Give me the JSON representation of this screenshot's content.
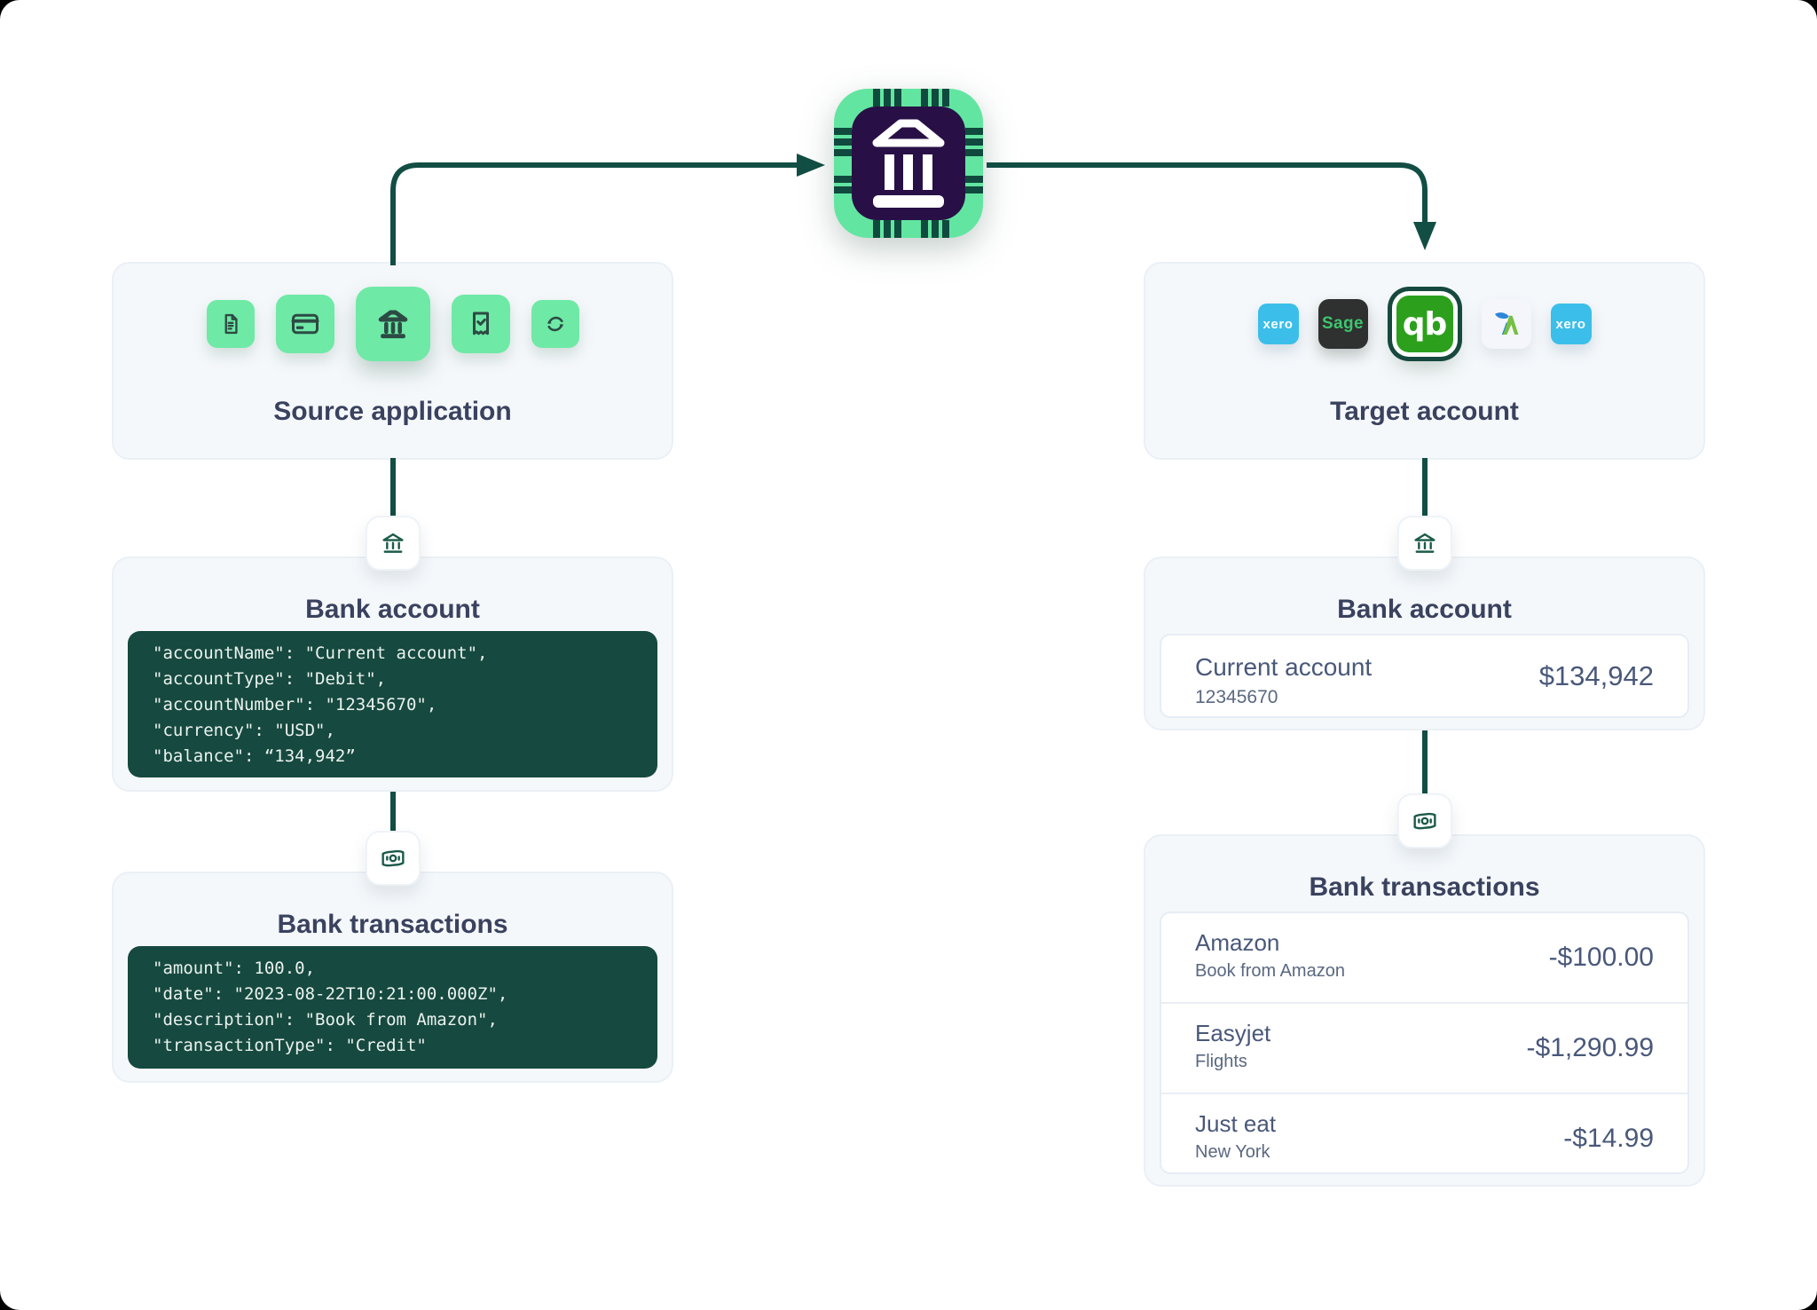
{
  "chip": {
    "icon": "bank-chip-icon"
  },
  "source_box": {
    "title": "Source application",
    "icons": [
      "document-icon",
      "credit-card-icon",
      "bank-icon",
      "receipt-check-icon",
      "sync-icon"
    ]
  },
  "target_box": {
    "title": "Target account",
    "apps": [
      {
        "name": "xero",
        "label": "xero"
      },
      {
        "name": "sage",
        "label": "Sage"
      },
      {
        "name": "quickbooks",
        "label": "qb"
      },
      {
        "name": "freeagent",
        "label": "A"
      },
      {
        "name": "xero",
        "label": "xero"
      }
    ]
  },
  "left_account": {
    "title": "Bank account",
    "code_lines": [
      "\"accountName\": \"Current account\",",
      "\"accountType\": \"Debit\",",
      "\"accountNumber\": \"12345670\",",
      "\"currency\": \"USD\",",
      "\"balance\": “134,942”"
    ]
  },
  "left_transactions": {
    "title": "Bank transactions",
    "code_lines": [
      "\"amount\": 100.0,",
      "\"date\": \"2023-08-22T10:21:00.000Z\",",
      "\"description\": \"Book from Amazon\",",
      "\"transactionType\": \"Credit\""
    ]
  },
  "right_account": {
    "title": "Bank account",
    "account_name": "Current account",
    "account_number": "12345670",
    "balance": "$134,942"
  },
  "right_transactions": {
    "title": "Bank transactions",
    "rows": [
      {
        "name": "Amazon",
        "description": "Book from Amazon",
        "amount": "-$100.00"
      },
      {
        "name": "Easyjet",
        "description": "Flights",
        "amount": "-$1,290.99"
      },
      {
        "name": "Just eat",
        "description": "New York",
        "amount": "-$14.99"
      }
    ]
  },
  "colors": {
    "accent_green": "#6FE9A6",
    "dark_teal": "#124E44",
    "code_background": "#16493F",
    "chip_purple": "#281046",
    "navy_text": "#3A425F",
    "xero_blue": "#3BBEE9",
    "sage_dark": "#2E3130",
    "sage_green": "#3FC56E",
    "quickbooks_green": "#2CA01C"
  }
}
